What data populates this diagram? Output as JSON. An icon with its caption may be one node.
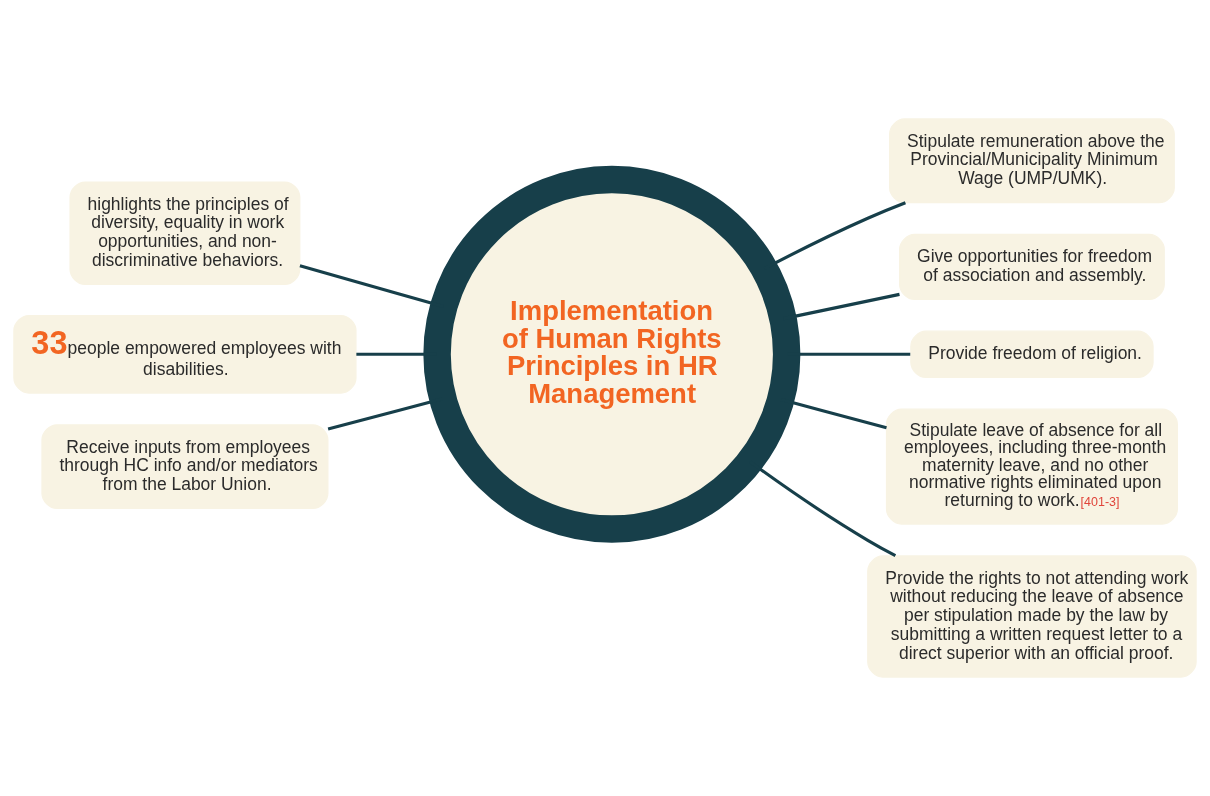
{
  "diagram": {
    "nodes": [
      {
        "text": [
          "Implementation of Human Rights Principles in HR Management"
        ]
      },
      {
        "text": [
          "highlights the principles of diversity, equality in work opportunities, and non-discriminative behaviors."
        ]
      },
      {
        "text": [
          "Stipulate remuneration above the Provincial/Municipality Minimum Wage (UMP/UMK)."
        ]
      },
      {
        "text": [
          "33",
          "people empowered employees with disabilities."
        ]
      },
      {
        "text": [
          "Give opportunities for freedom of association and assembly."
        ]
      },
      {
        "text": [
          "Receive inputs from employees through HC info and/or mediators from the Labor Union."
        ]
      },
      {
        "text": [
          "Provide freedom of religion."
        ]
      },
      {
        "text": [
          "Stipulate leave of absence for all employees, including three-month maternity leave, and no other normative rights eliminated upon returning to work.",
          "[401-3]"
        ]
      },
      {
        "text": [
          "Provide the rights to not attending work without reducing the leave of absence per stipulation made by the law by submitting a written request letter to a direct superior with an official proof."
        ]
      }
    ],
    "edges": [
      {
        "from": 1,
        "to": 0,
        "arrow": "none"
      },
      {
        "from": 0,
        "to": 2,
        "arrow": "none"
      },
      {
        "from": 3,
        "to": 0,
        "arrow": "none"
      },
      {
        "from": 0,
        "to": 4,
        "arrow": "none"
      },
      {
        "from": 5,
        "to": 0,
        "arrow": "none"
      },
      {
        "from": 0,
        "to": 6,
        "arrow": "none"
      },
      {
        "from": 0,
        "to": 7,
        "arrow": "none"
      },
      {
        "from": 0,
        "to": 8,
        "arrow": "none"
      }
    ]
  }
}
